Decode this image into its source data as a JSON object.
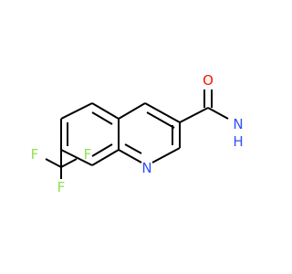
{
  "molecule": {
    "atoms": {
      "oxygen": "O",
      "amide_n": "N",
      "amide_h": "H",
      "ring_n": "N",
      "f1": "F",
      "f2": "F",
      "f3": "F"
    },
    "colors": {
      "bond": "#000000",
      "oxygen": "#ff0d0d",
      "nitrogen": "#3050f8",
      "fluorine": "#90e050"
    }
  }
}
